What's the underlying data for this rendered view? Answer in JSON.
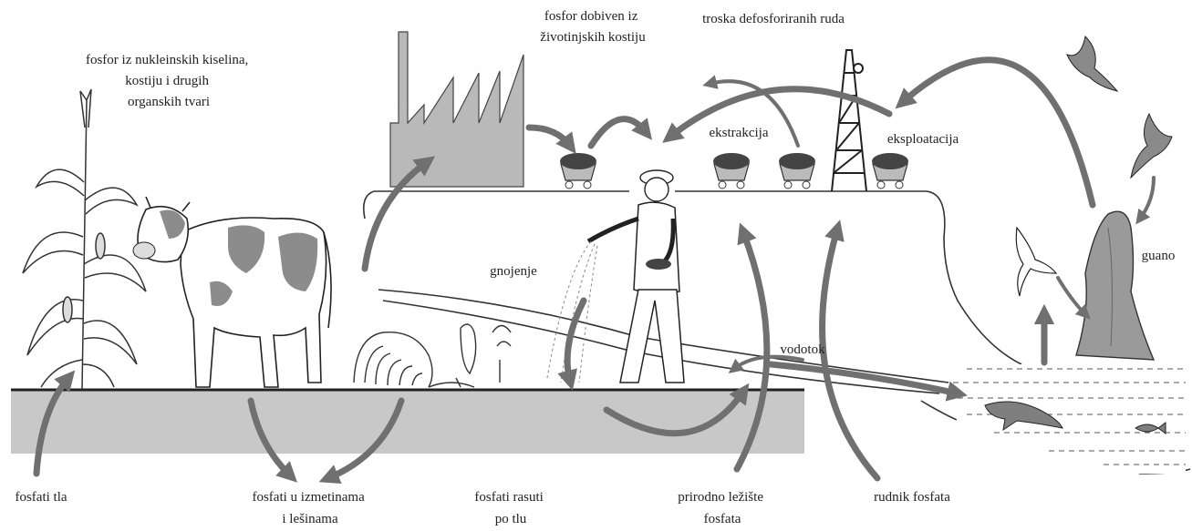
{
  "labels": {
    "organic": [
      "fosfor iz  nukleinskih kiselina,",
      "kostiju i drugih",
      "organskih tvari"
    ],
    "bones": [
      "fosfor dobiven iz",
      "životinjskih kostiju"
    ],
    "slag": "troska defosforiranih ruda",
    "extraction": "ekstrakcija",
    "exploitation": "eksploatacija",
    "fertilizing": "gnojenje",
    "guano": "guano",
    "watercourse": "vodotok",
    "soil_phosphates": "fosfati tla",
    "excrement": [
      "fosfati u izmetinama",
      "i lešinama"
    ],
    "scattered": [
      "fosfati rasuti",
      "po tlu"
    ],
    "deposit": [
      "prirodno ležište",
      "fosfata"
    ],
    "mine": "rudnik fosfata"
  },
  "colors": {
    "arrow": "#707070",
    "ground": "#c8c8c8",
    "factory": "#b9b9b9",
    "cow_patch": "#8c8c8c",
    "cliff": "#9a9a9a"
  }
}
